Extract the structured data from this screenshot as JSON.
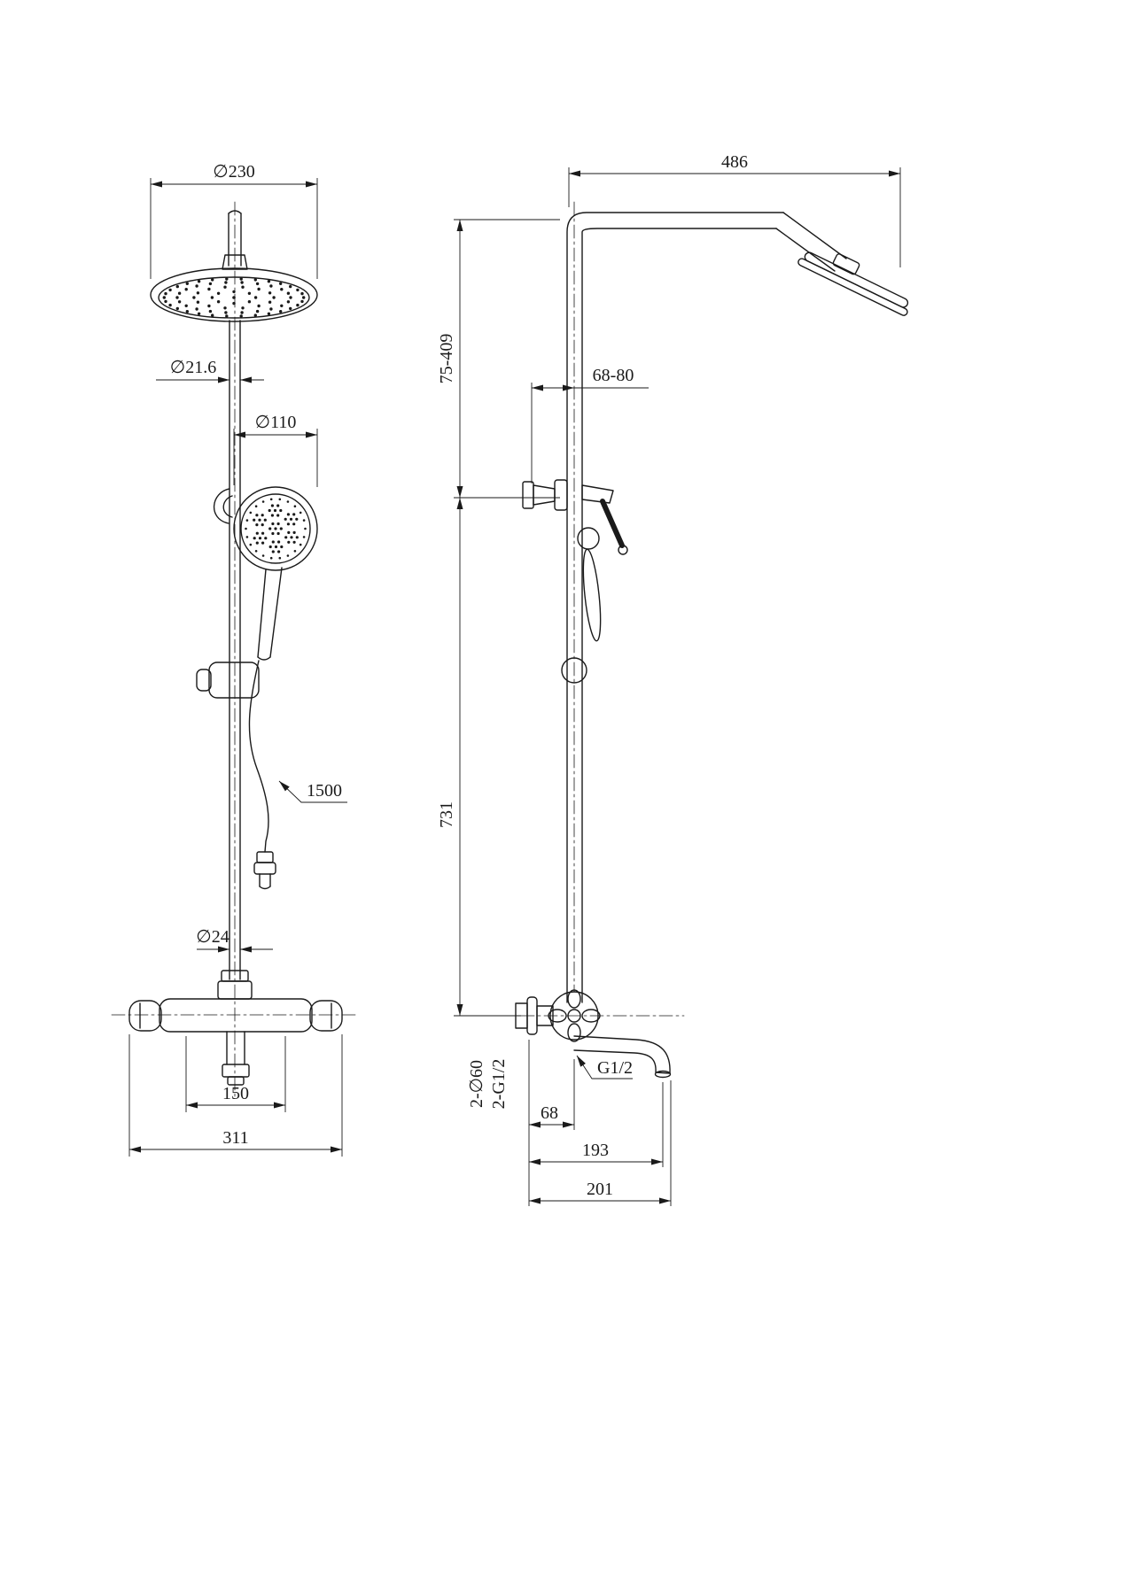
{
  "meta": {
    "description": "Thermostatic shower column technical drawing, front and side views, dimensions in mm",
    "ink_color": "#1a1a1a",
    "background_color": "#ffffff"
  },
  "front_view": {
    "head_diameter": "∅230",
    "riser_diameter": "∅21.6",
    "hand_shower_diameter": "∅110",
    "hose_length": "1500",
    "slide_bar_diameter": "∅24",
    "inlet_spacing": "150",
    "valve_width": "311"
  },
  "side_view": {
    "arm_reach": "486",
    "height_range": "75-409",
    "wall_distance_range": "68-80",
    "riser_height": "731",
    "escutcheons": "2-∅60",
    "inlet_threads": "2-G1/2",
    "spout_thread": "G1/2",
    "spout_center_offset": "68",
    "spout_reach": "193",
    "overall_reach": "201"
  }
}
